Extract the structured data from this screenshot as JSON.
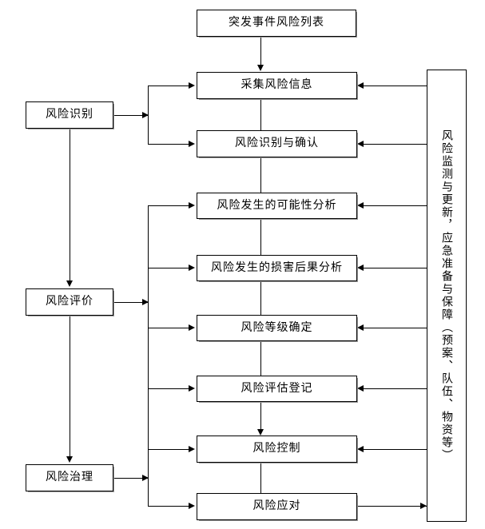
{
  "diagram": {
    "title_box": {
      "label": "突发事件风险列表"
    },
    "stages": [
      {
        "id": "identify",
        "label": "风险识别"
      },
      {
        "id": "evaluate",
        "label": "风险评价"
      },
      {
        "id": "govern",
        "label": "风险治理"
      }
    ],
    "steps": [
      {
        "id": "collect-info",
        "label": "采集风险信息"
      },
      {
        "id": "identify-confirm",
        "label": "风险识别与确认"
      },
      {
        "id": "probability-analysis",
        "label": "风险发生的可能性分析"
      },
      {
        "id": "damage-consequence-analysis",
        "label": "风险发生的损害后果分析"
      },
      {
        "id": "risk-level",
        "label": "风险等级确定"
      },
      {
        "id": "assessment-register",
        "label": "风险评估登记"
      },
      {
        "id": "risk-control",
        "label": "风险控制"
      },
      {
        "id": "risk-response",
        "label": "风险应对"
      }
    ],
    "side_panel": {
      "label": "风险监测与更新，应急准备与保障（预案、队伍、物资等）"
    },
    "colors": {
      "line": "#000000",
      "box_fill": "#ffffff",
      "shadow": "#9a9a9a",
      "text": "#000000"
    }
  }
}
